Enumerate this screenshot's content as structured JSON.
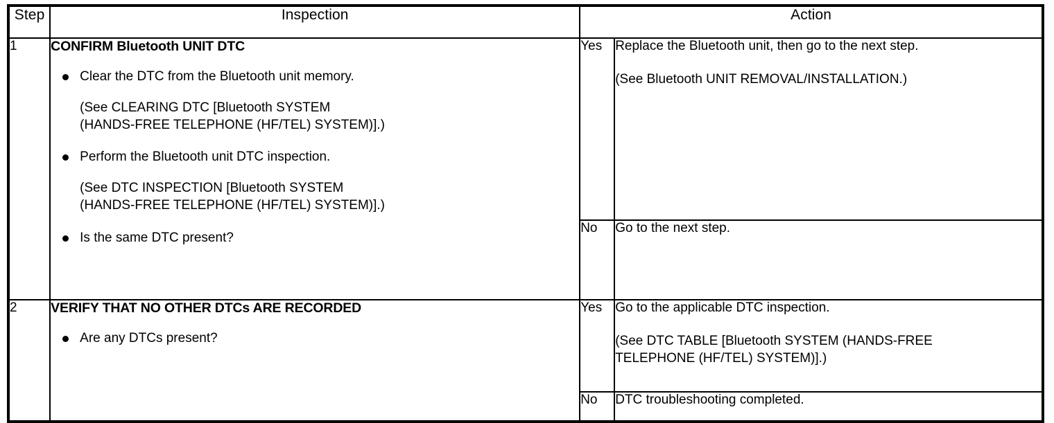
{
  "table": {
    "headers": {
      "step": "Step",
      "inspection": "Inspection",
      "action": "Action"
    },
    "rows": [
      {
        "step": "1",
        "inspection": {
          "title": "CONFIRM Bluetooth UNIT DTC",
          "bullets": [
            {
              "text": "Clear the DTC from the Bluetooth unit memory.",
              "note": [
                "(See CLEARING DTC [Bluetooth SYSTEM",
                "(HANDS-FREE TELEPHONE (HF/TEL) SYSTEM)].)"
              ]
            },
            {
              "text": "Perform the Bluetooth unit DTC inspection.",
              "note": [
                "(See DTC INSPECTION [Bluetooth SYSTEM",
                "(HANDS-FREE TELEPHONE (HF/TEL) SYSTEM)].)"
              ]
            },
            {
              "text": "Is the same DTC present?",
              "note": []
            }
          ]
        },
        "actions": [
          {
            "label": "Yes",
            "text": "Replace the Bluetooth unit, then go to the next step.",
            "note": [
              "(See Bluetooth UNIT REMOVAL/INSTALLATION.)"
            ]
          },
          {
            "label": "No",
            "text": "Go to the next step.",
            "note": []
          }
        ]
      },
      {
        "step": "2",
        "inspection": {
          "title": "VERIFY THAT NO OTHER DTCs ARE RECORDED",
          "bullets": [
            {
              "text": "Are any DTCs present?",
              "note": []
            }
          ]
        },
        "actions": [
          {
            "label": "Yes",
            "text": "Go to the applicable DTC inspection.",
            "note": [
              "(See DTC TABLE [Bluetooth SYSTEM (HANDS-FREE",
              "TELEPHONE (HF/TEL) SYSTEM)].)"
            ]
          },
          {
            "label": "No",
            "text": "DTC troubleshooting completed.",
            "note": []
          }
        ]
      }
    ]
  },
  "colors": {
    "border": "#000000",
    "text": "#000000",
    "background": "#ffffff"
  }
}
